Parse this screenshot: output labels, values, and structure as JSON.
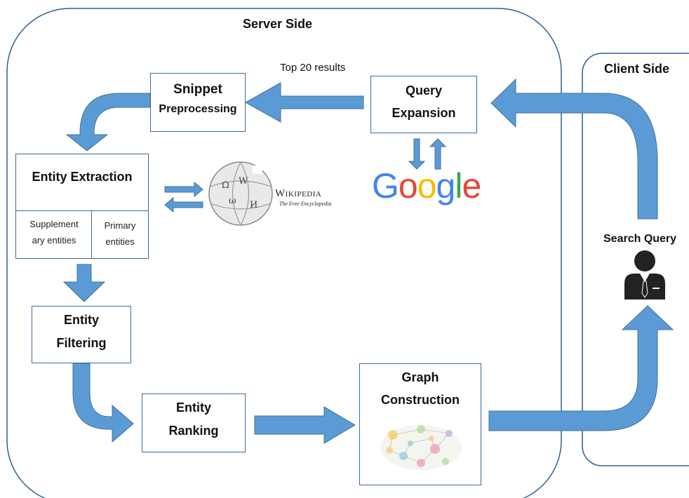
{
  "regions": {
    "server": "Server Side",
    "client": "Client Side"
  },
  "nodes": {
    "snippet": {
      "line1": "Snippet",
      "line2": "Preprocessing"
    },
    "query": {
      "line1": "Query",
      "line2": "Expansion"
    },
    "extraction": {
      "title": "Entity Extraction",
      "left_cell": {
        "line1": "Supplement",
        "line2": "ary entities"
      },
      "right_cell": {
        "line1": "Primary",
        "line2": "entities"
      }
    },
    "filtering": {
      "line1": "Entity",
      "line2": "Filtering"
    },
    "ranking": {
      "line1": "Entity",
      "line2": "Ranking"
    },
    "graph": {
      "line1": "Graph",
      "line2": "Construction"
    }
  },
  "labels": {
    "top_results": "Top 20 results",
    "search_query": "Search Query"
  },
  "logos": {
    "google": [
      "G",
      "o",
      "o",
      "g",
      "l",
      "e"
    ],
    "google_colors": [
      "#4285F4",
      "#EA4335",
      "#FBBC05",
      "#4285F4",
      "#34A853",
      "#EA4335"
    ],
    "wikipedia_word": "Wikipedia",
    "wikipedia_tagline": "The Free Encyclopedia"
  },
  "icons": {
    "user": "user-icon",
    "wiki_globe": "wikipedia-globe-icon",
    "graph": "graph-thumbnail-icon"
  },
  "colors": {
    "arrow": "#5b9bd5",
    "arrow_stroke": "#41719c",
    "box_border": "#3c6a9c",
    "region_border": "#2f5f8f"
  }
}
